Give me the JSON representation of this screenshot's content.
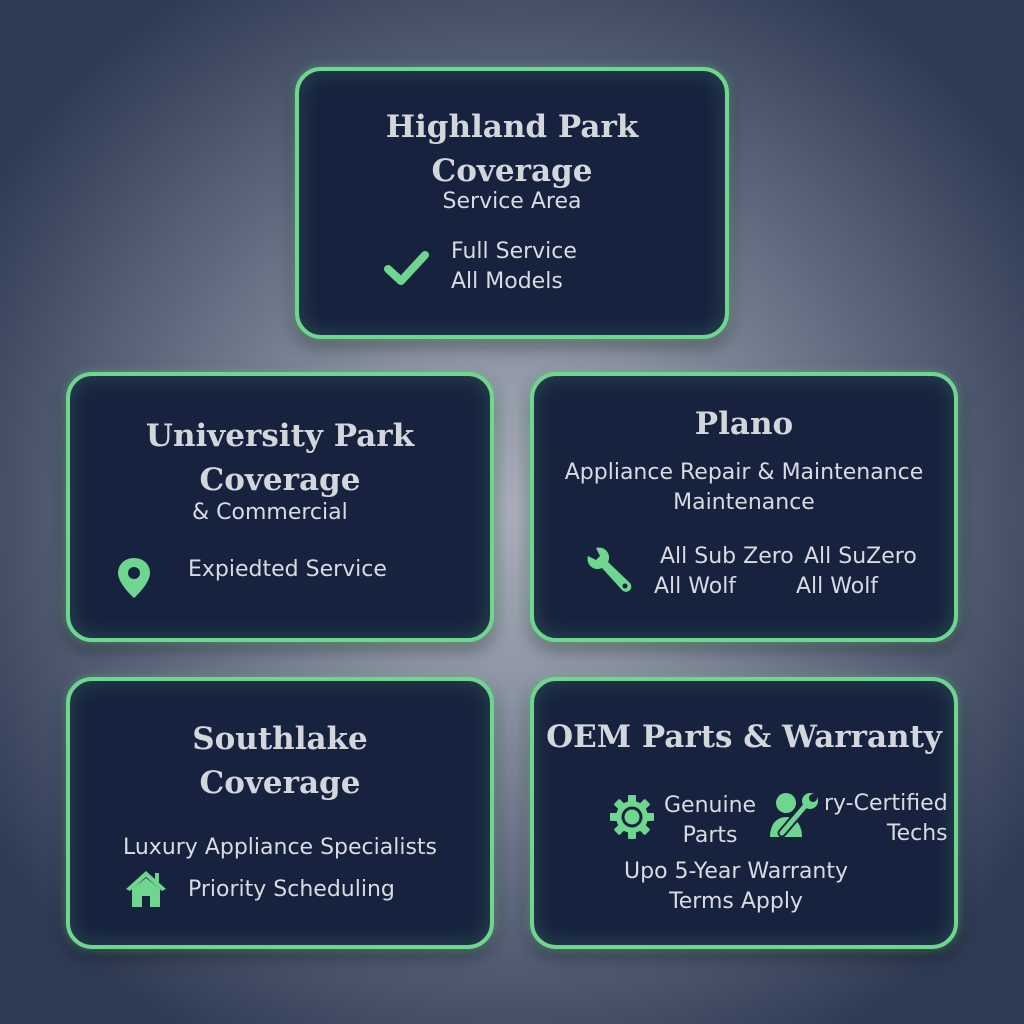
{
  "theme": {
    "accent": "#6fd68f",
    "card_bg": "#17223f",
    "text": "#d8dbe0",
    "bg_center": "#aab0bc",
    "bg_edge": "#2f3b54"
  },
  "cards": [
    {
      "id": "highland-park",
      "title_line1": "Highland Park",
      "title_line2": "Coverage",
      "subtitle": "Service Area",
      "icon": "checkmark-icon",
      "feature_lines": [
        "Full Service",
        "All Models"
      ]
    },
    {
      "id": "university-park",
      "title_line1": "University Park",
      "title_line2": "Coverage",
      "subtitle": "& Commercial",
      "icon": "map-pin-icon",
      "feature_lines": [
        "Expiedted Service"
      ]
    },
    {
      "id": "plano",
      "title_line1": "Plano",
      "subtitle_lines": [
        "Appliance Repair & Maintenance",
        "Maintenance"
      ],
      "icon": "wrench-icon",
      "feature_col1": [
        "All Sub Zero",
        "All Wolf"
      ],
      "feature_col2": [
        "All SuZero",
        "All Wolf"
      ]
    },
    {
      "id": "southlake",
      "title_line1": "Southlake",
      "title_line2": "Coverage",
      "subtitle": "Luxury Appliance Specialists",
      "icon": "house-icon",
      "feature_lines": [
        "Priority Scheduling"
      ]
    },
    {
      "id": "oem-parts",
      "title_line1": "OEM Parts & Warranty",
      "feature_a_icon": "gear-icon",
      "feature_a_lines": [
        "Genuine",
        "Parts"
      ],
      "feature_b_icon": "technician-wrench-icon",
      "feature_b_lines": [
        "ry-Certified",
        "Techs"
      ],
      "footer_lines": [
        "Upo 5-Year Warranty",
        "Terms Apply"
      ]
    }
  ]
}
